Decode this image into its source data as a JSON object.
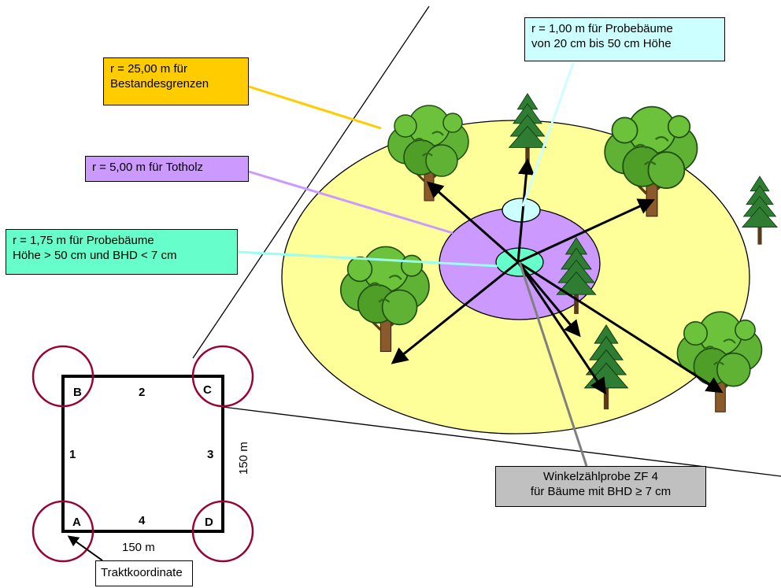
{
  "labels": {
    "bestandesgrenzen": {
      "line1": "r = 25,00 m für",
      "line2": "Bestandesgrenzen"
    },
    "totholz": "r = 5,00 m für Totholz",
    "probebaeume_175": {
      "line1": "r = 1,75 m für Probebäume",
      "line2": "Höhe > 50 cm und BHD < 7 cm"
    },
    "probebaeume_100": {
      "line1": "r = 1,00 m für Probebäume",
      "line2": "von 20 cm bis 50 cm Höhe"
    },
    "winkelzaehlprobe": {
      "line1": "Winkelzählprobe ZF 4",
      "line2": "für Bäume mit BHD ≥  7 cm"
    },
    "traktkoordinate": "Traktkoordinate"
  },
  "tract": {
    "corners": [
      "A",
      "B",
      "C",
      "D"
    ],
    "sides": [
      "1",
      "2",
      "3",
      "4"
    ],
    "side_length_bottom": "150 m",
    "side_length_right": "150 m"
  },
  "colors": {
    "outer_circle": "#ffff99",
    "totholz_circle": "#cc99ff",
    "inner_circle": "#66ffcc",
    "small_circle": "#ccffff",
    "bestandes_label": "#ffcc00",
    "totholz_label": "#cc99ff",
    "probe175_label": "#66ffcc",
    "probe100_label": "#ccffff",
    "winkel_label": "#c0c0c0",
    "corner_circles": "#990033"
  }
}
